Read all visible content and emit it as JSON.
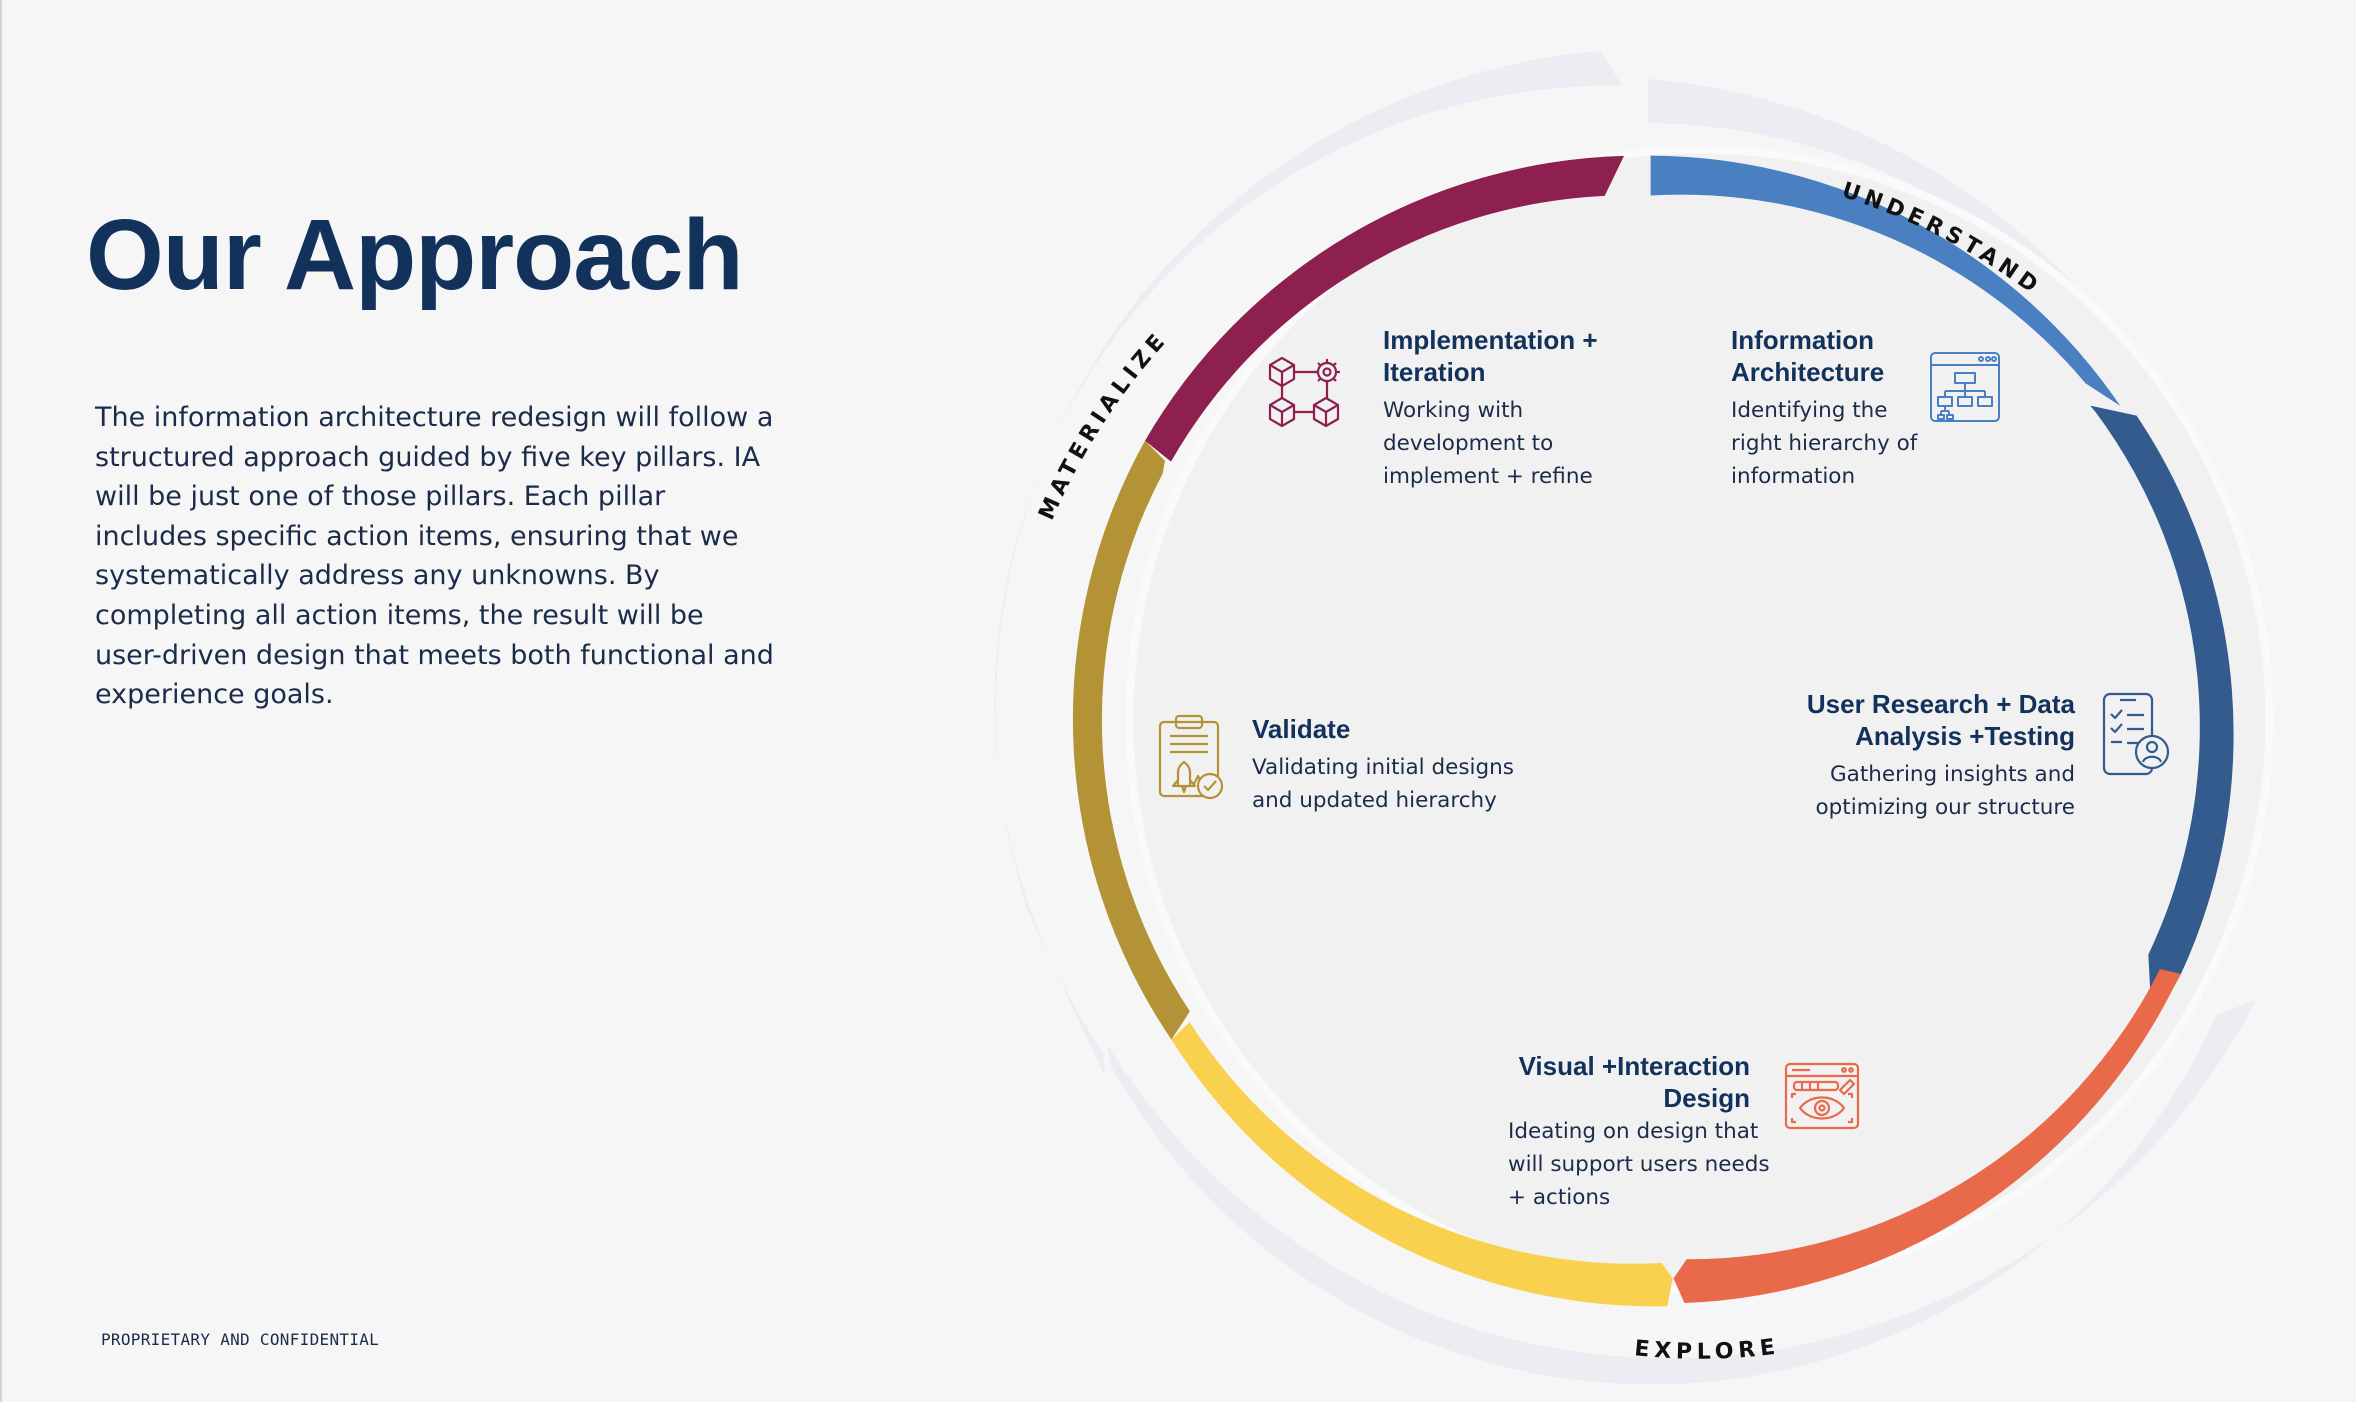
{
  "title": "Our Approach",
  "intro": "The information architecture redesign will follow a structured approach guided by five key pillars. IA will be just one of those pillars. Each pillar includes specific action items, ensuring that we systematically address any unknowns. By completing all action items, the result will be user-driven design that meets both functional and experience goals.",
  "footer": "PROPRIETARY AND CONFIDENTIAL",
  "phases": {
    "understand": "UNDERSTAND",
    "explore": "EXPLORE",
    "materialize": "MATERIALIZE"
  },
  "pillars": {
    "information_architecture": {
      "title": "Information Architecture",
      "description": "Identifying the right hierarchy of information",
      "color": "#4a80c2",
      "icon": "sitemap-icon"
    },
    "user_research": {
      "title": "User Research + Data Analysis +Testing",
      "description": "Gathering insights and optimizing our structure",
      "color": "#335b8e",
      "icon": "mobile-checklist-icon"
    },
    "visual_interaction": {
      "title": "Visual +Interaction Design",
      "description": "Ideating on design that will support users needs + actions",
      "color": "#e9694b",
      "icon": "eye-browser-icon"
    },
    "validate": {
      "title": "Validate",
      "description": "Validating initial designs and updated hierarchy",
      "color": "#b39336",
      "icon": "clipboard-rocket-icon"
    },
    "implementation": {
      "title": "Implementation + Iteration",
      "description": "Working with development to implement + refine",
      "color": "#8e2050",
      "icon": "cubes-gear-icon"
    }
  },
  "connector_color": "#fad04f",
  "outer_ring_color": "#ebedf3",
  "inner_fill_color": "#f1f1f1"
}
